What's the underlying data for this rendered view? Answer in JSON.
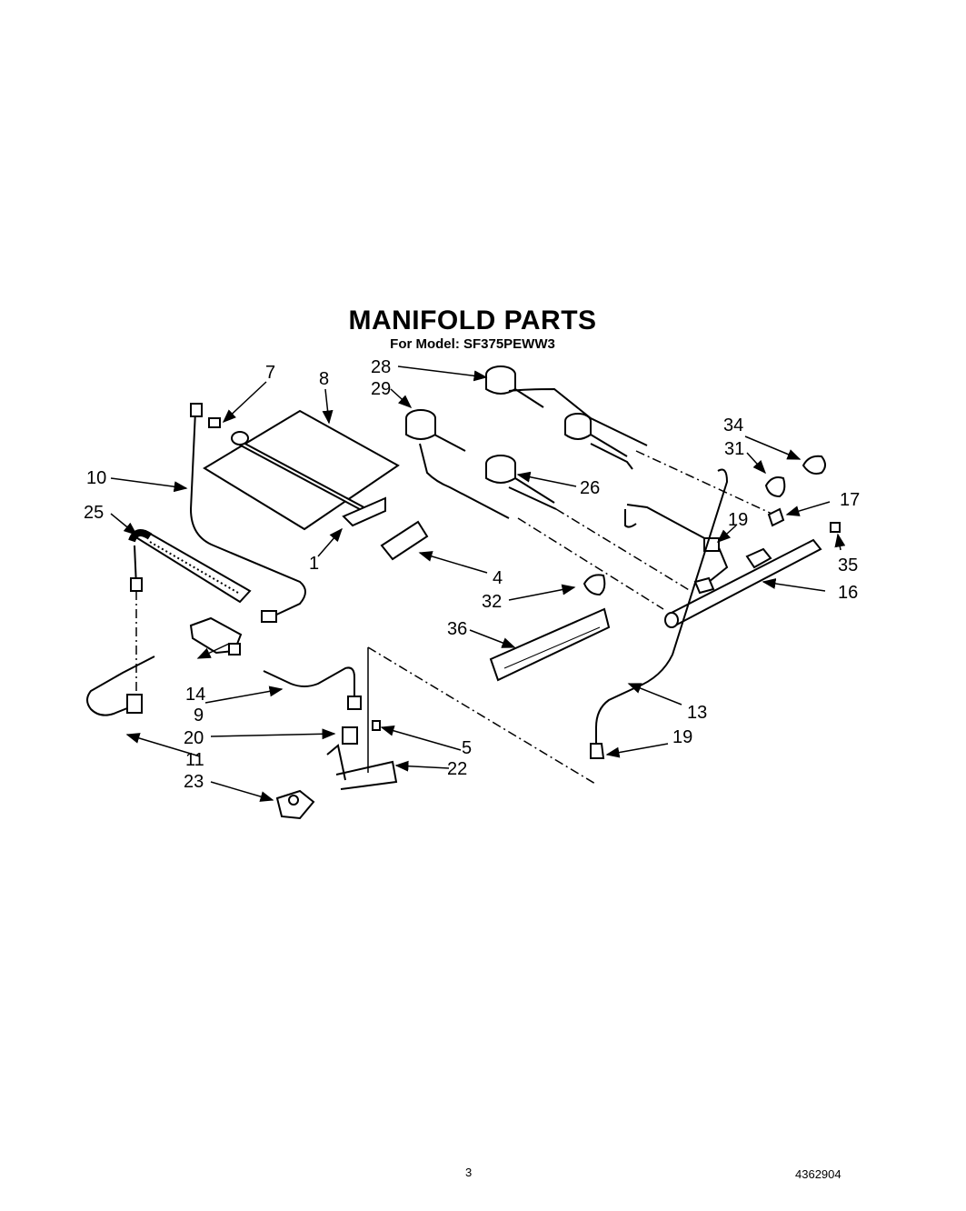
{
  "header": {
    "title": "MANIFOLD PARTS",
    "subtitle": "For Model: SF375PEWW3"
  },
  "callouts": {
    "c1": "1",
    "c4": "4",
    "c5": "5",
    "c7": "7",
    "c8": "8",
    "c9": "9",
    "c10": "10",
    "c11": "11",
    "c13": "13",
    "c14": "14",
    "c16": "16",
    "c17": "17",
    "c19a": "19",
    "c19b": "19",
    "c20": "20",
    "c22": "22",
    "c23": "23",
    "c25": "25",
    "c26": "26",
    "c28": "28",
    "c29": "29",
    "c31": "31",
    "c32": "32",
    "c34": "34",
    "c35": "35",
    "c36": "36"
  },
  "footer": {
    "page_number": "3",
    "doc_number": "4362904"
  }
}
